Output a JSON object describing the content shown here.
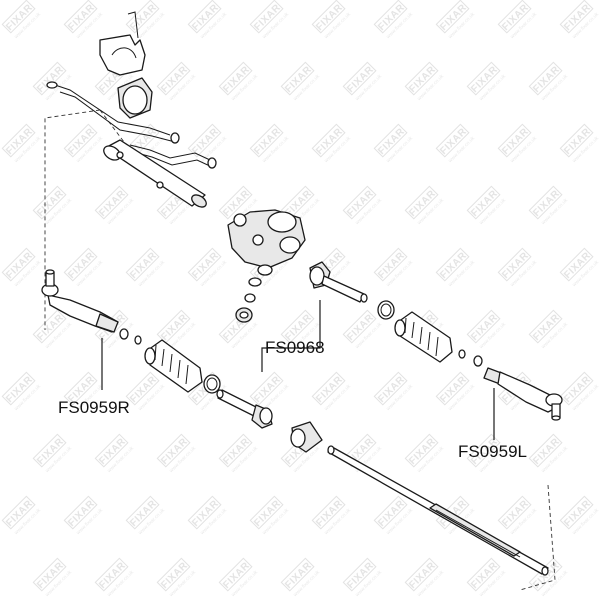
{
  "watermark": {
    "brand": "FIXAR",
    "url": "www.fixar.co.uk"
  },
  "callouts": {
    "inner_tie_rod": "FS0968",
    "tie_rod_end_right": "FS0959R",
    "tie_rod_end_left": "FS0959L"
  },
  "icons": {
    "watermark": "fixar-logo-icon"
  }
}
